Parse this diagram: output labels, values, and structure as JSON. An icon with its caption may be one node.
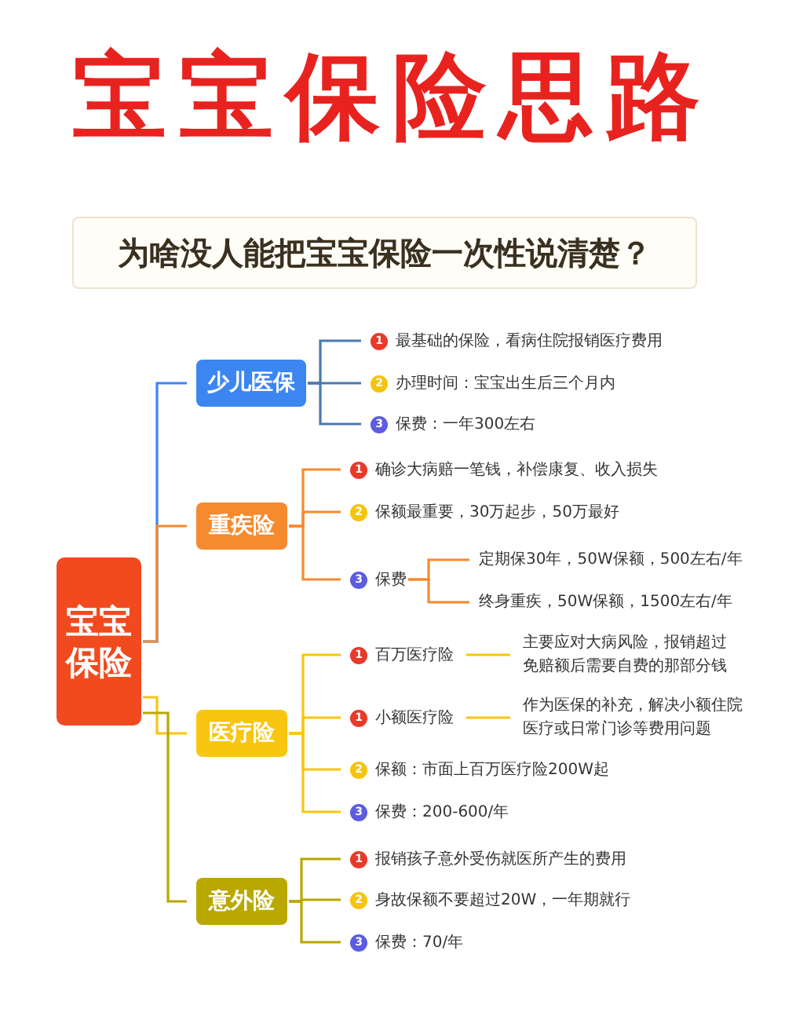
{
  "diagram": {
    "title": "宝宝保险思路",
    "nodes": [
      {
        "text": [
          "为啥没人能把宝宝保险一次性说清楚？"
        ]
      },
      {
        "text": [
          "宝宝保险"
        ]
      },
      {
        "text": [
          "少儿医保"
        ]
      },
      {
        "text": [
          "最基础的保险，看病住院报销医疗费用"
        ],
        "beside": [
          "1"
        ]
      },
      {
        "text": [
          "办理时间：宝宝出生后三个月内"
        ],
        "beside": [
          "2"
        ]
      },
      {
        "text": [
          "保费：一年300左右"
        ],
        "beside": [
          "3"
        ]
      },
      {
        "text": [
          "重疾险"
        ]
      },
      {
        "text": [
          "确诊大病赔一笔钱，补偿康复、收入损失"
        ],
        "beside": [
          "1"
        ]
      },
      {
        "text": [
          "保额最重要，30万起步，50万最好"
        ],
        "beside": [
          "2"
        ]
      },
      {
        "text": [
          "保费"
        ],
        "beside": [
          "3"
        ]
      },
      {
        "text": [
          "定期保30年，50W保额，500左右/年"
        ]
      },
      {
        "text": [
          "终身重疾，50W保额，1500左右/年"
        ]
      },
      {
        "text": [
          "医疗险"
        ]
      },
      {
        "text": [
          "百万医疗险"
        ],
        "beside": [
          "1"
        ]
      },
      {
        "text": [
          "主要应对大病风险，报销超过免赔额后需要自费的那部分钱"
        ]
      },
      {
        "text": [
          "小额医疗险"
        ],
        "beside": [
          "1"
        ]
      },
      {
        "text": [
          "作为医保的补充，解决小额住院医疗或日常门诊等费用问题"
        ]
      },
      {
        "text": [
          "保额：市面上百万医疗险200W起"
        ],
        "beside": [
          "2"
        ]
      },
      {
        "text": [
          "保费：200-600/年"
        ],
        "beside": [
          "3"
        ]
      },
      {
        "text": [
          "意外险"
        ]
      },
      {
        "text": [
          "报销孩子意外受伤就医所产生的费用"
        ],
        "beside": [
          "1"
        ]
      },
      {
        "text": [
          "身故保额不要超过20W，一年期就行"
        ],
        "beside": [
          "2"
        ]
      },
      {
        "text": [
          "保费：70/年"
        ],
        "beside": [
          "3"
        ]
      }
    ],
    "edges": [
      {
        "from": 1,
        "to": 2,
        "arrow": "none",
        "color": "#3b86f0"
      },
      {
        "from": 1,
        "to": 6,
        "arrow": "none",
        "color": "#f58a2e"
      },
      {
        "from": 1,
        "to": 12,
        "arrow": "none",
        "color": "#f8c510"
      },
      {
        "from": 1,
        "to": 19,
        "arrow": "none",
        "color": "#b8a800"
      },
      {
        "from": 2,
        "to": 3,
        "arrow": "none",
        "color": "#4a78b0"
      },
      {
        "from": 2,
        "to": 4,
        "arrow": "none",
        "color": "#4a78b0"
      },
      {
        "from": 2,
        "to": 5,
        "arrow": "none",
        "color": "#4a78b0"
      },
      {
        "from": 6,
        "to": 7,
        "arrow": "none",
        "color": "#f58a2e"
      },
      {
        "from": 6,
        "to": 8,
        "arrow": "none",
        "color": "#f58a2e"
      },
      {
        "from": 6,
        "to": 9,
        "arrow": "none",
        "color": "#f58a2e"
      },
      {
        "from": 9,
        "to": 10,
        "arrow": "none",
        "color": "#f58a2e"
      },
      {
        "from": 9,
        "to": 11,
        "arrow": "none",
        "color": "#f58a2e"
      },
      {
        "from": 12,
        "to": 13,
        "arrow": "none",
        "color": "#f8c510"
      },
      {
        "from": 12,
        "to": 15,
        "arrow": "none",
        "color": "#f8c510"
      },
      {
        "from": 12,
        "to": 17,
        "arrow": "none",
        "color": "#f8c510"
      },
      {
        "from": 12,
        "to": 18,
        "arrow": "none",
        "color": "#f8c510"
      },
      {
        "from": 13,
        "to": 14,
        "arrow": "none",
        "color": "#f8c510"
      },
      {
        "from": 15,
        "to": 16,
        "arrow": "none",
        "color": "#f8c510"
      },
      {
        "from": 19,
        "to": 20,
        "arrow": "none",
        "color": "#b8a800"
      },
      {
        "from": 19,
        "to": 21,
        "arrow": "none",
        "color": "#b8a800"
      },
      {
        "from": 19,
        "to": 22,
        "arrow": "none",
        "color": "#b8a800"
      }
    ]
  }
}
